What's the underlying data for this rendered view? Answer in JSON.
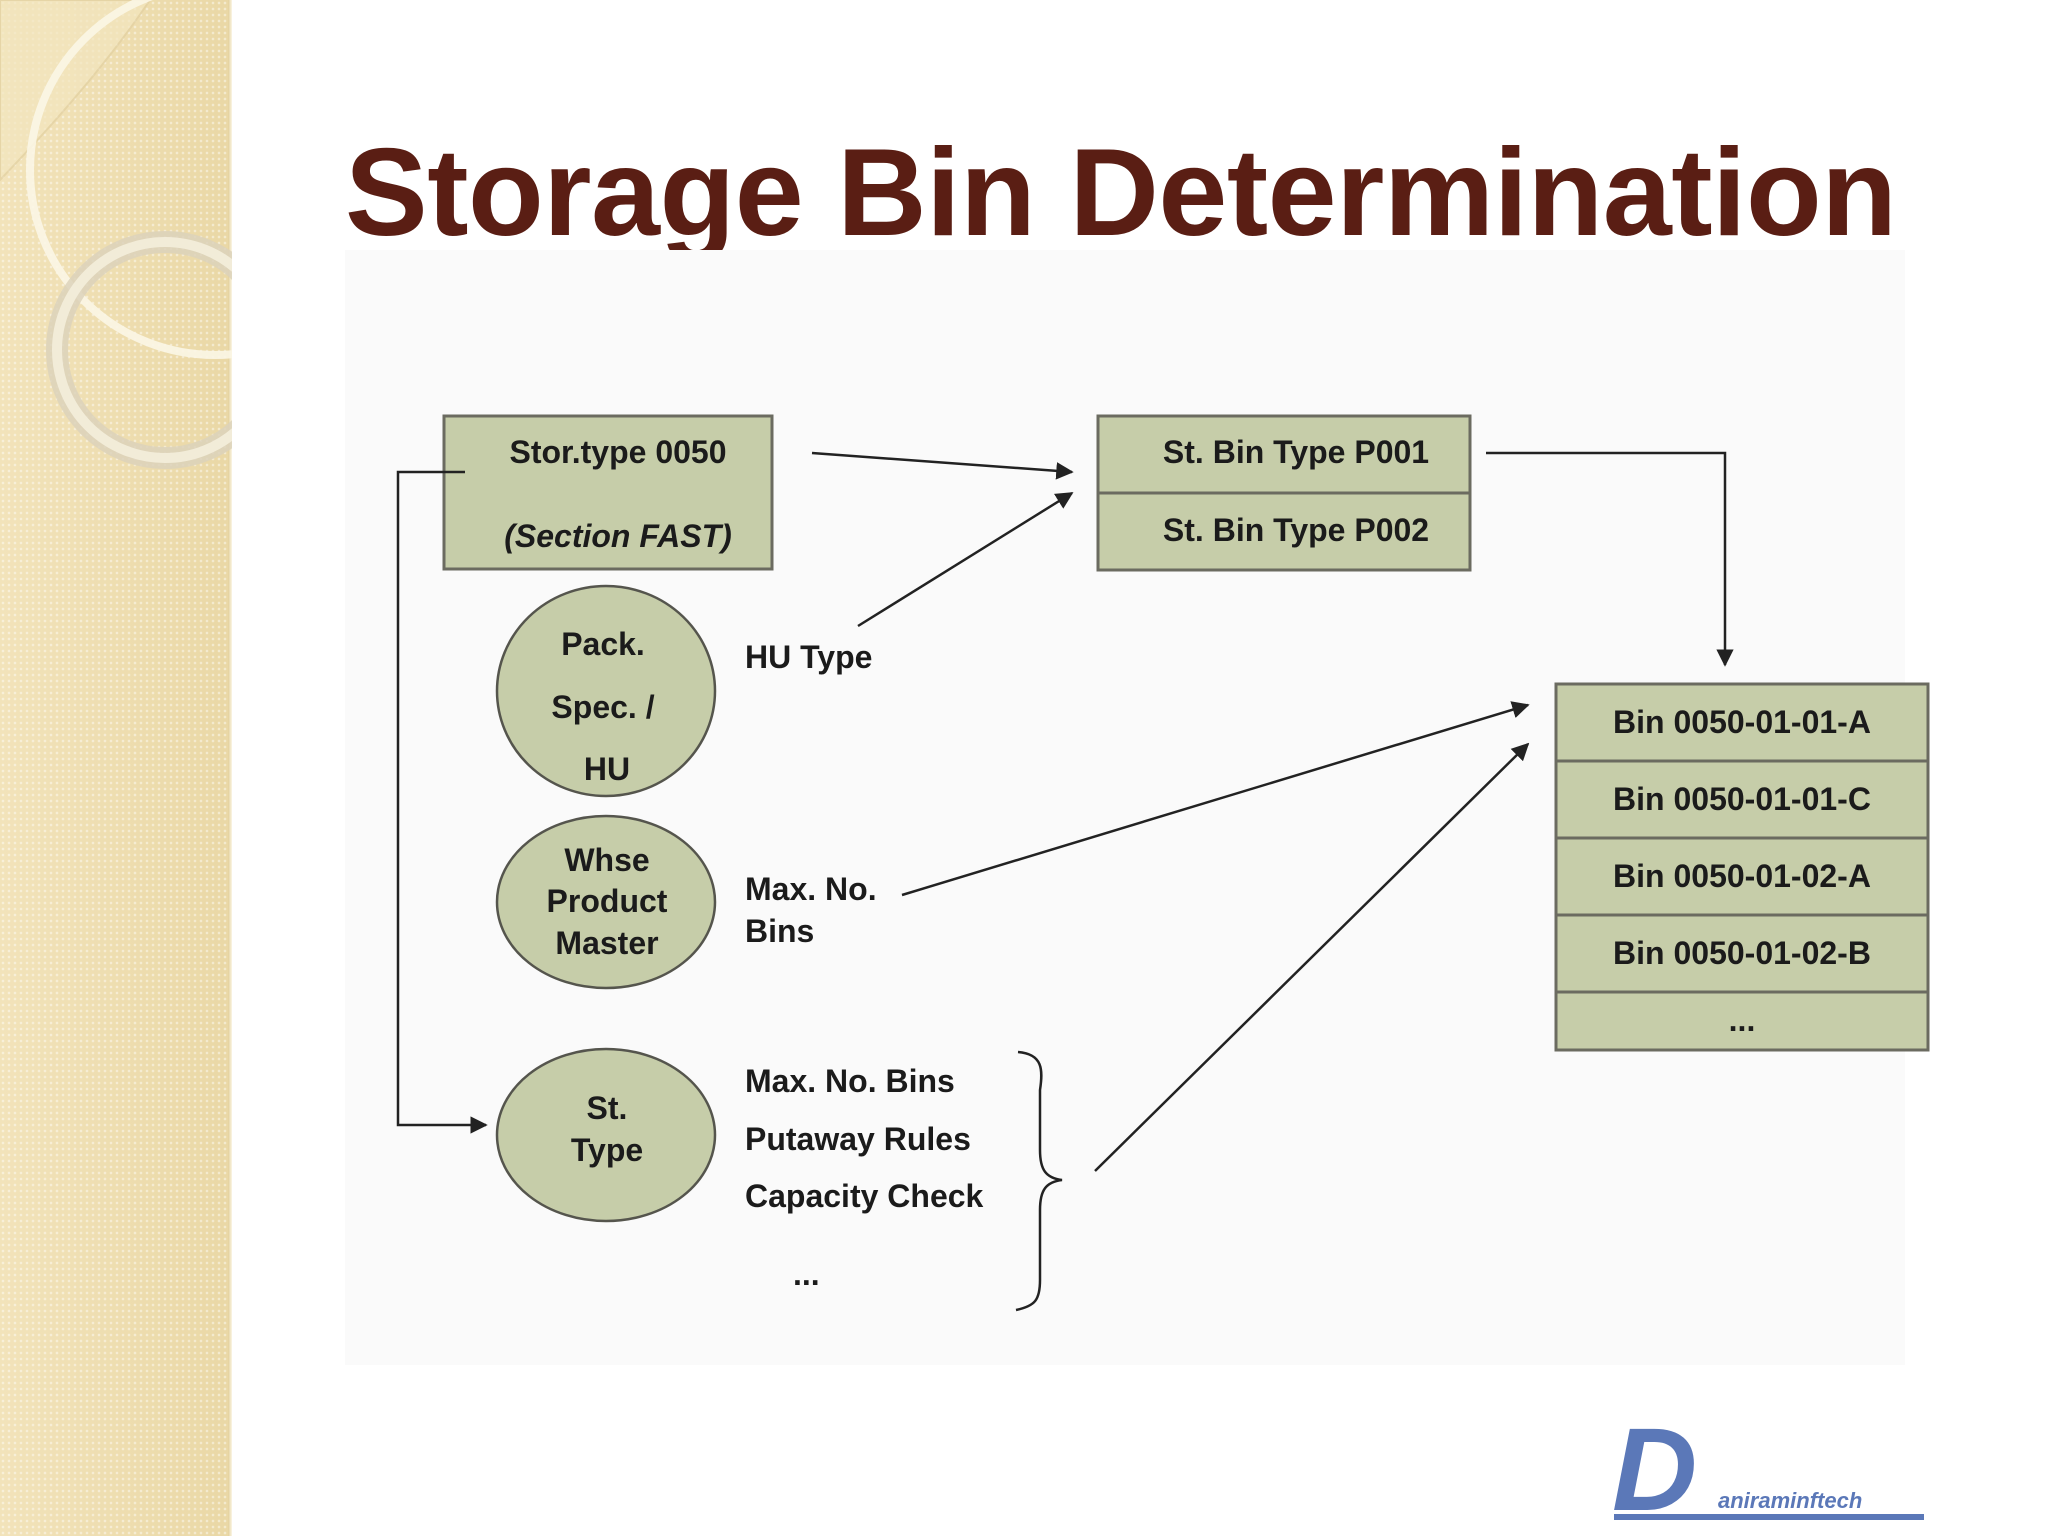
{
  "slide": {
    "title": "Storage Bin Determination"
  },
  "diagram": {
    "stor_type_box": {
      "line1": "Stor.type 0050",
      "line2": "(Section FAST)"
    },
    "bin_type_box": {
      "rows": [
        "St. Bin Type P001",
        "St. Bin Type P002"
      ]
    },
    "bins_box": {
      "rows": [
        "Bin 0050-01-01-A",
        "Bin 0050-01-01-C",
        "Bin 0050-01-02-A",
        "Bin 0050-01-02-B",
        "..."
      ]
    },
    "pack_spec_ellipse": {
      "lines": [
        "Pack.",
        "Spec. /",
        "HU"
      ],
      "label": "HU Type"
    },
    "whse_product_ellipse": {
      "lines": [
        "Whse",
        "Product",
        "Master"
      ],
      "label_lines": [
        "Max. No.",
        "Bins"
      ]
    },
    "st_type_ellipse": {
      "lines": [
        "St.",
        "Type"
      ],
      "label_lines": [
        "Max. No. Bins",
        "Putaway Rules",
        "Capacity Check",
        "..."
      ]
    }
  },
  "logo": {
    "letter": "D",
    "text": "aniraminftech"
  },
  "colors": {
    "title": "#5a1e14",
    "box_fill": "#c6cda9",
    "sidebar": "#efdfb2",
    "logo": "#5b78b8"
  }
}
